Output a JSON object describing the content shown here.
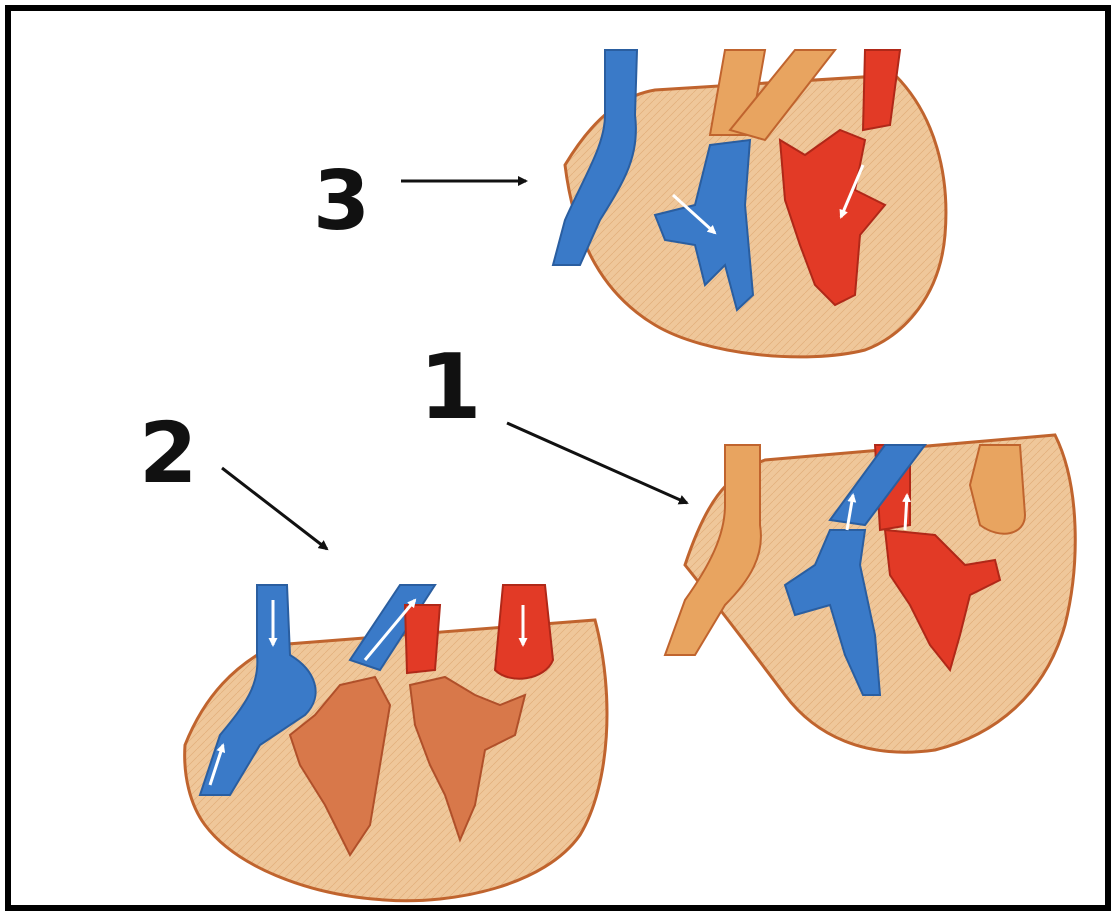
{
  "labels": {
    "one": "1",
    "two": "2",
    "three": "3"
  },
  "colors": {
    "deoxygenated_blood": "#3a7ac8",
    "oxygenated_blood": "#e23a26",
    "relaxed_chamber": "#d8784a",
    "heart_wall": "#efc79a",
    "vessel_orange": "#e8a460",
    "outline": "#c0642e",
    "flow_arrow": "#ffffff"
  },
  "icons": {
    "pointer": "arrow-icon",
    "flow": "flow-arrow-icon"
  }
}
